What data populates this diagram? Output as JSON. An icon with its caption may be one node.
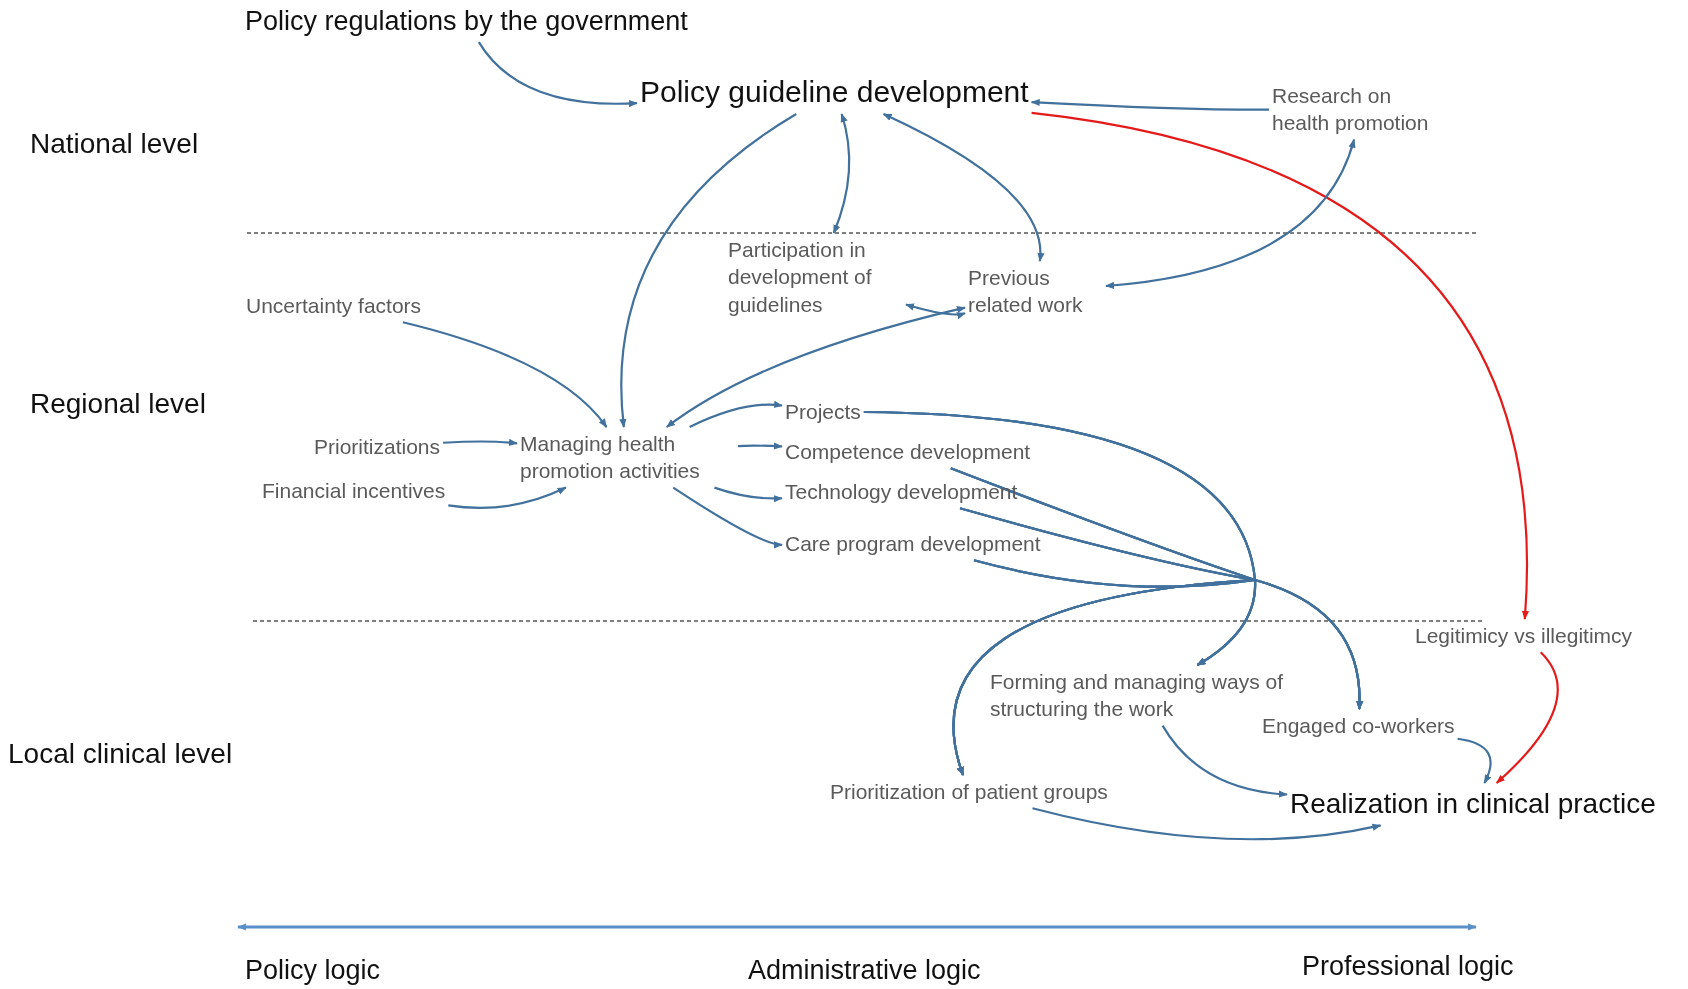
{
  "diagram": {
    "nodes": [
      {
        "text": [
          "Policy regulations by the government"
        ]
      },
      {
        "text": [
          "Policy guideline development"
        ]
      },
      {
        "text": [
          "Research on health promotion"
        ]
      },
      {
        "text": [
          "Participation in development of guidelines"
        ]
      },
      {
        "text": [
          "Previous related work"
        ]
      },
      {
        "text": [
          "Uncertainty factors"
        ]
      },
      {
        "text": [
          "Prioritizations"
        ]
      },
      {
        "text": [
          "Financial incentives"
        ]
      },
      {
        "text": [
          "Managing health promotion activities"
        ]
      },
      {
        "text": [
          "Projects"
        ]
      },
      {
        "text": [
          "Competence development"
        ]
      },
      {
        "text": [
          "Technology development"
        ]
      },
      {
        "text": [
          "Care program development"
        ]
      },
      {
        "text": [
          "Legitimicy vs illegitimcy"
        ]
      },
      {
        "text": [
          "Forming and managing ways of structuring the work"
        ]
      },
      {
        "text": [
          "Engaged co-workers"
        ]
      },
      {
        "text": [
          "Prioritization of patient groups"
        ]
      },
      {
        "text": [
          "Realization in clinical practice"
        ]
      }
    ],
    "edges": [
      {
        "from": 0,
        "to": 1,
        "arrow": "to"
      },
      {
        "from": 2,
        "to": 1,
        "arrow": "to"
      },
      {
        "from": 1,
        "to": 3,
        "arrow": "both"
      },
      {
        "from": 1,
        "to": 4,
        "arrow": "both"
      },
      {
        "from": 1,
        "to": 8,
        "arrow": "to"
      },
      {
        "from": 1,
        "to": 13,
        "arrow": "to",
        "color": "#e31b1b"
      },
      {
        "from": 13,
        "to": 17,
        "arrow": "to",
        "color": "#e31b1b"
      },
      {
        "from": 3,
        "to": 4,
        "arrow": "both"
      },
      {
        "from": 2,
        "to": 4,
        "arrow": "both"
      },
      {
        "from": 4,
        "to": 8,
        "arrow": "both"
      },
      {
        "from": 5,
        "to": 8,
        "arrow": "to"
      },
      {
        "from": 6,
        "to": 8,
        "arrow": "to"
      },
      {
        "from": 7,
        "to": 8,
        "arrow": "to"
      },
      {
        "from": 8,
        "to": 9,
        "arrow": "to"
      },
      {
        "from": 8,
        "to": 10,
        "arrow": "to"
      },
      {
        "from": 8,
        "to": 11,
        "arrow": "to"
      },
      {
        "from": 8,
        "to": 12,
        "arrow": "to"
      },
      {
        "from": 9,
        "to": 14,
        "arrow": "to"
      },
      {
        "from": 9,
        "to": 15,
        "arrow": "to"
      },
      {
        "from": 9,
        "to": 16,
        "arrow": "to"
      },
      {
        "from": 10,
        "to": 14,
        "arrow": "to"
      },
      {
        "from": 10,
        "to": 15,
        "arrow": "to"
      },
      {
        "from": 10,
        "to": 16,
        "arrow": "to"
      },
      {
        "from": 11,
        "to": 14,
        "arrow": "to"
      },
      {
        "from": 11,
        "to": 15,
        "arrow": "to"
      },
      {
        "from": 11,
        "to": 16,
        "arrow": "to"
      },
      {
        "from": 12,
        "to": 14,
        "arrow": "to"
      },
      {
        "from": 12,
        "to": 15,
        "arrow": "to"
      },
      {
        "from": 12,
        "to": 16,
        "arrow": "to"
      },
      {
        "from": 14,
        "to": 17,
        "arrow": "to"
      },
      {
        "from": 16,
        "to": 17,
        "arrow": "to"
      },
      {
        "from": 15,
        "to": 17,
        "arrow": "to"
      }
    ],
    "labels": [
      "National level",
      "Regional level",
      "Local clinical level",
      "Policy logic",
      "Administrative logic",
      "Professional logic"
    ]
  }
}
